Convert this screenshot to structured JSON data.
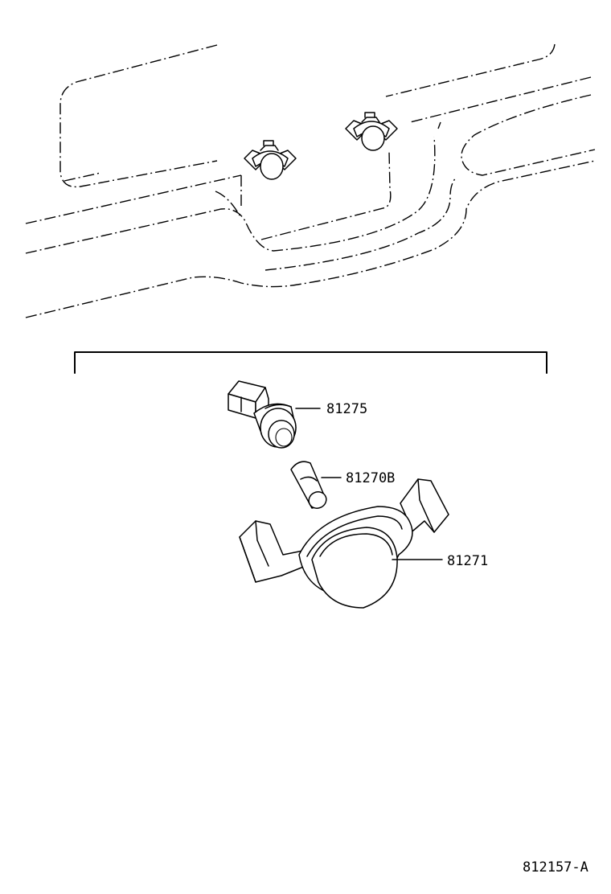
{
  "callouts": [
    {
      "id": "socket",
      "label": "81275"
    },
    {
      "id": "bulb",
      "label": "81270B"
    },
    {
      "id": "lamp",
      "label": "81271"
    }
  ],
  "figure_code": "812157-A"
}
